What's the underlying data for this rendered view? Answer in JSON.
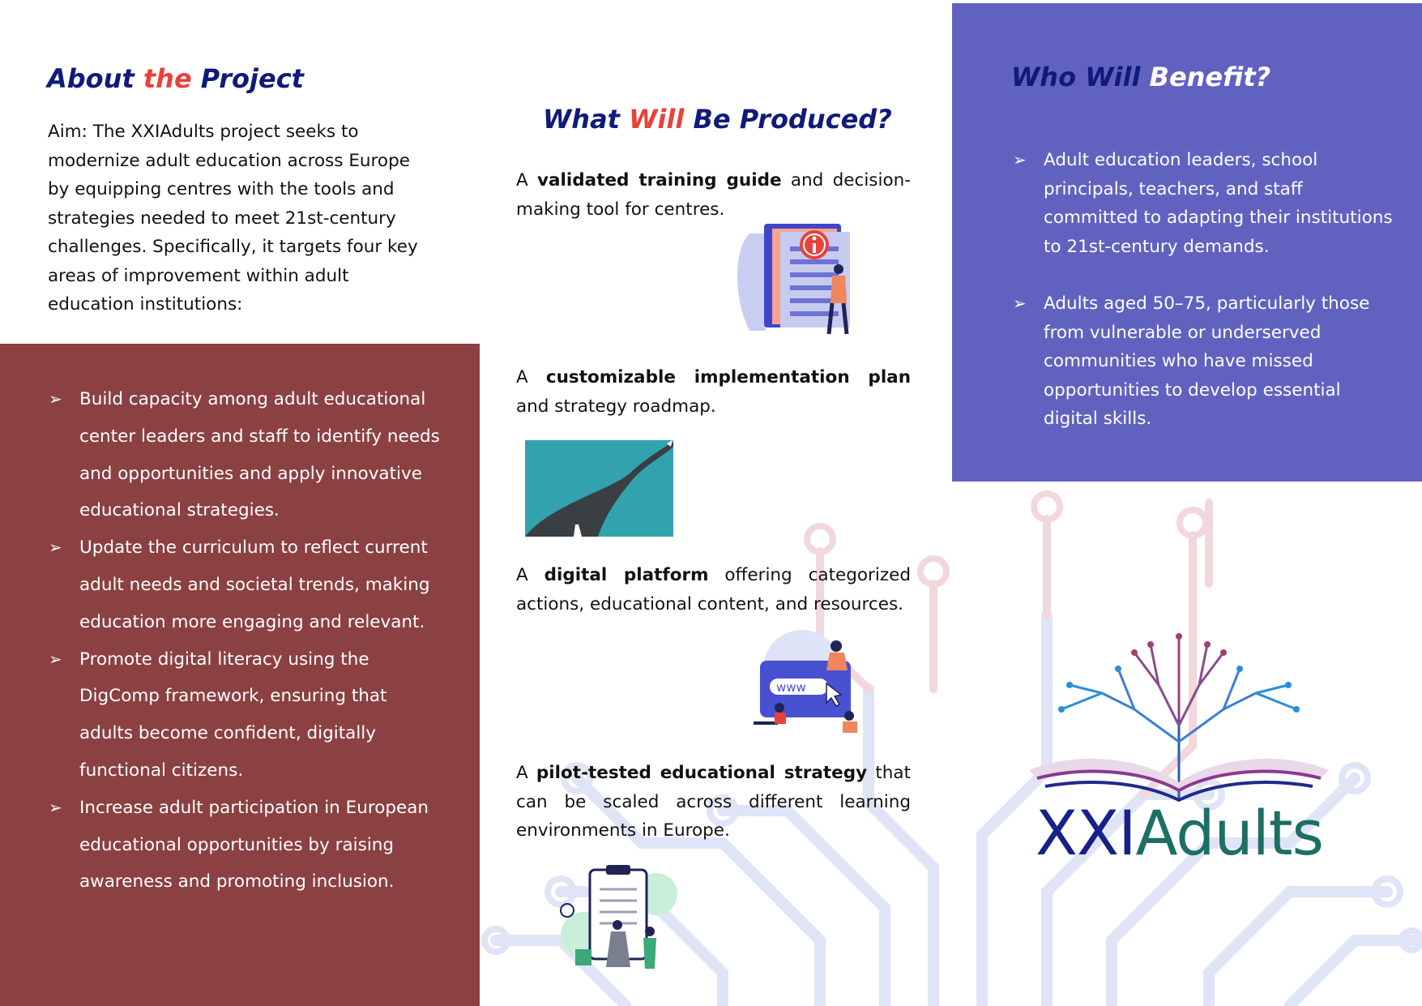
{
  "about": {
    "title_part1": "About ",
    "title_part2": "the",
    "title_part3": " Project",
    "aim": "Aim: The XXIAdults project seeks to modernize adult education across Europe by equipping centres with the tools and strategies needed to meet 21st-century challenges. Specifically, it targets four key areas of improvement within adult education institutions:",
    "items": [
      "Build capacity among adult educational center leaders and staff to identify needs and opportunities and apply innovative educational strategies.",
      "Update the curriculum to reflect current adult needs and societal trends, making education more engaging and relevant.",
      "Promote digital literacy using the DigComp framework, ensuring that adults become confident, digitally functional citizens.",
      "Increase adult participation in European educational opportunities by raising awareness and promoting inclusion."
    ]
  },
  "produced": {
    "title_part1": "What ",
    "title_part2": "Will",
    "title_part3": " Be Produced?",
    "items": [
      {
        "pre": "A ",
        "bold": "validated training guide",
        "post": " and decision-making tool for centres."
      },
      {
        "pre": "A ",
        "bold": "customizable implementation plan",
        "post": " and strategy roadmap."
      },
      {
        "pre": "A ",
        "bold": "digital platform",
        "post": " offering categorized actions, educational content, and resources."
      },
      {
        "pre": "A ",
        "bold": "pilot-tested educational strategy",
        "post": " that can be scaled across different learning environments in Europe."
      }
    ]
  },
  "benefit": {
    "title_part1": "Who Will ",
    "title_part2": "Benefit?",
    "items": [
      "Adult education leaders, school principals, teachers, and staff committed to adapting their institutions to 21st-century demands.",
      "Adults aged 50–75, particularly those from vulnerable or underserved communities who have missed opportunities to develop essential digital skills."
    ]
  },
  "logo": {
    "part1": "XXI",
    "part2": "Adults"
  },
  "illustrations": {
    "web_text": "www"
  },
  "colors": {
    "navy": "#101a7a",
    "red": "#e8423a",
    "maroon_panel": "#8b4042",
    "purple_panel": "#6162c0",
    "logo_teal": "#1d6e63"
  }
}
